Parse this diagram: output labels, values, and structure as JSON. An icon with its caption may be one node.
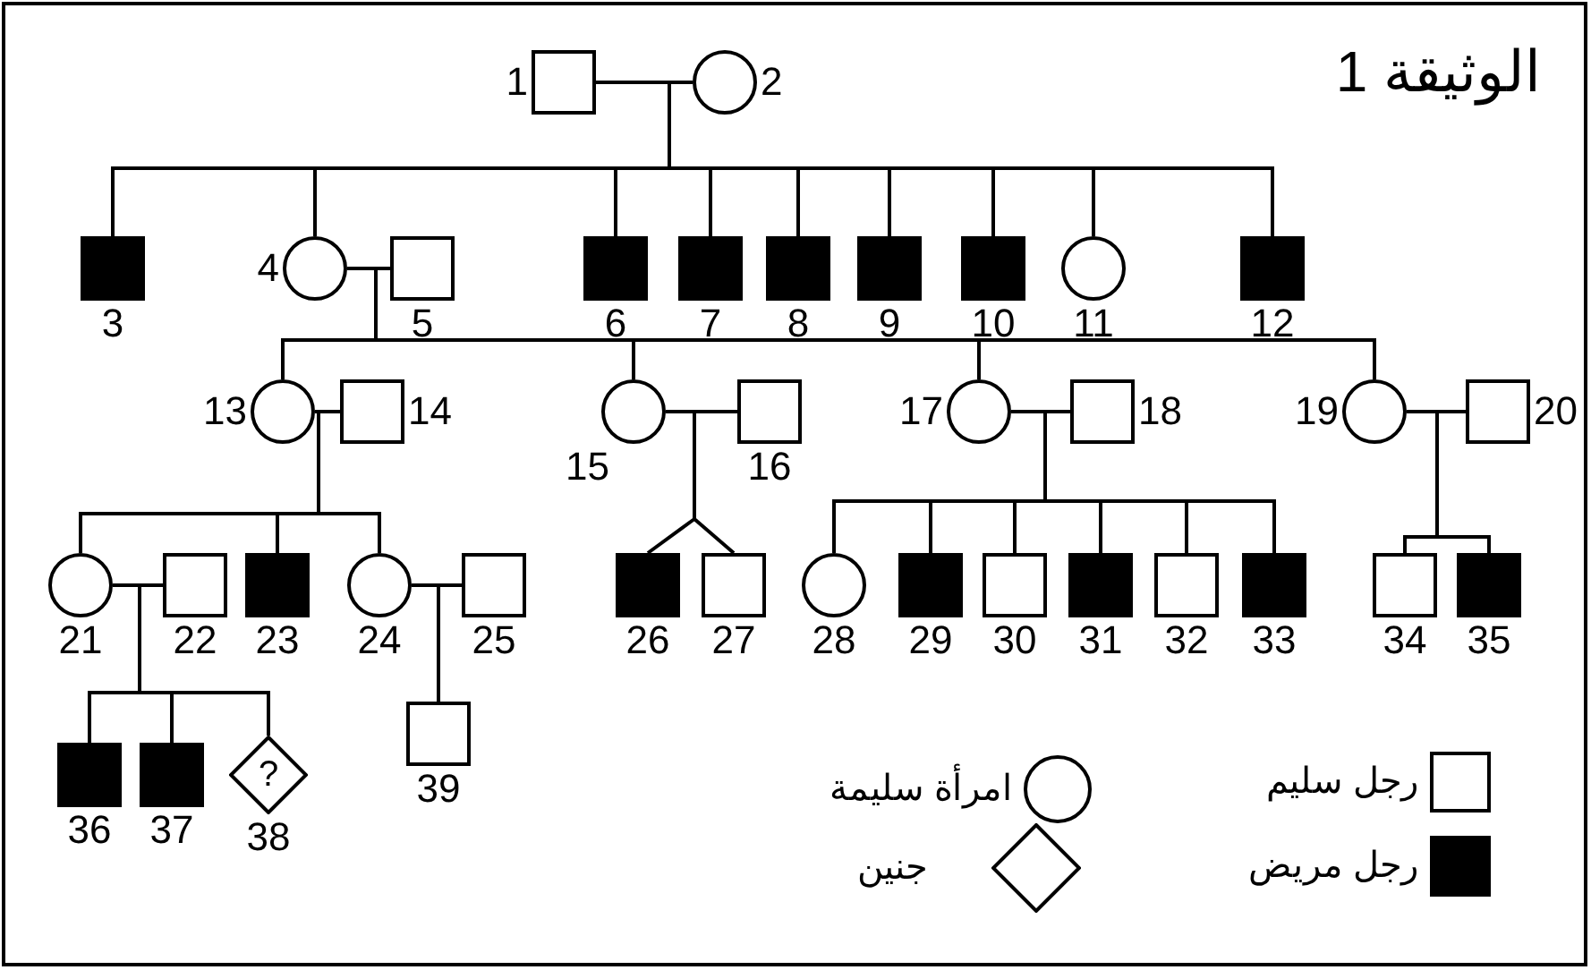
{
  "diagram": {
    "title": "الوثيقة 1",
    "nodes": [
      {
        "text": [
          "1"
        ]
      },
      {
        "text": [
          "2"
        ]
      },
      {
        "text": [
          "3"
        ]
      },
      {
        "text": [
          "4"
        ]
      },
      {
        "text": [
          "5"
        ]
      },
      {
        "text": [
          "6"
        ]
      },
      {
        "text": [
          "7"
        ]
      },
      {
        "text": [
          "8"
        ]
      },
      {
        "text": [
          "9"
        ]
      },
      {
        "text": [
          "10"
        ]
      },
      {
        "text": [
          "11"
        ]
      },
      {
        "text": [
          "12"
        ]
      },
      {
        "text": [
          "13"
        ]
      },
      {
        "text": [
          "14"
        ]
      },
      {
        "text": [
          "15"
        ]
      },
      {
        "text": [
          "16"
        ]
      },
      {
        "text": [
          "17"
        ]
      },
      {
        "text": [
          "18"
        ]
      },
      {
        "text": [
          "19"
        ]
      },
      {
        "text": [
          "20"
        ]
      },
      {
        "text": [
          "21"
        ]
      },
      {
        "text": [
          "22"
        ]
      },
      {
        "text": [
          "23"
        ]
      },
      {
        "text": [
          "24"
        ]
      },
      {
        "text": [
          "25"
        ]
      },
      {
        "text": [
          "26"
        ]
      },
      {
        "text": [
          "27"
        ]
      },
      {
        "text": [
          "28"
        ]
      },
      {
        "text": [
          "29"
        ]
      },
      {
        "text": [
          "30"
        ]
      },
      {
        "text": [
          "31"
        ]
      },
      {
        "text": [
          "32"
        ]
      },
      {
        "text": [
          "33"
        ]
      },
      {
        "text": [
          "34"
        ]
      },
      {
        "text": [
          "35"
        ]
      },
      {
        "text": [
          "36"
        ]
      },
      {
        "text": [
          "37"
        ]
      },
      {
        "text": [
          "?",
          "38"
        ]
      },
      {
        "text": [
          "39"
        ]
      }
    ],
    "edges": [
      {
        "from": 0,
        "to": 1,
        "arrow": "none"
      },
      {
        "from": 3,
        "to": 4,
        "arrow": "none"
      },
      {
        "from": 12,
        "to": 13,
        "arrow": "none"
      },
      {
        "from": 14,
        "to": 15,
        "arrow": "none"
      },
      {
        "from": 16,
        "to": 17,
        "arrow": "none"
      },
      {
        "from": 18,
        "to": 19,
        "arrow": "none"
      },
      {
        "from": 20,
        "to": 21,
        "arrow": "none"
      },
      {
        "from": 23,
        "to": 24,
        "arrow": "none"
      },
      {
        "from": 0,
        "to": 2,
        "arrow": "none"
      },
      {
        "from": 1,
        "to": 2,
        "arrow": "none"
      },
      {
        "from": 0,
        "to": 3,
        "arrow": "none"
      },
      {
        "from": 1,
        "to": 3,
        "arrow": "none"
      },
      {
        "from": 0,
        "to": 5,
        "arrow": "none"
      },
      {
        "from": 1,
        "to": 5,
        "arrow": "none"
      },
      {
        "from": 0,
        "to": 6,
        "arrow": "none"
      },
      {
        "from": 1,
        "to": 6,
        "arrow": "none"
      },
      {
        "from": 0,
        "to": 7,
        "arrow": "none"
      },
      {
        "from": 1,
        "to": 7,
        "arrow": "none"
      },
      {
        "from": 0,
        "to": 8,
        "arrow": "none"
      },
      {
        "from": 1,
        "to": 8,
        "arrow": "none"
      },
      {
        "from": 0,
        "to": 9,
        "arrow": "none"
      },
      {
        "from": 1,
        "to": 9,
        "arrow": "none"
      },
      {
        "from": 0,
        "to": 10,
        "arrow": "none"
      },
      {
        "from": 1,
        "to": 10,
        "arrow": "none"
      },
      {
        "from": 0,
        "to": 11,
        "arrow": "none"
      },
      {
        "from": 1,
        "to": 11,
        "arrow": "none"
      },
      {
        "from": 3,
        "to": 12,
        "arrow": "none"
      },
      {
        "from": 4,
        "to": 12,
        "arrow": "none"
      },
      {
        "from": 3,
        "to": 14,
        "arrow": "none"
      },
      {
        "from": 4,
        "to": 14,
        "arrow": "none"
      },
      {
        "from": 3,
        "to": 16,
        "arrow": "none"
      },
      {
        "from": 4,
        "to": 16,
        "arrow": "none"
      },
      {
        "from": 3,
        "to": 18,
        "arrow": "none"
      },
      {
        "from": 4,
        "to": 18,
        "arrow": "none"
      },
      {
        "from": 12,
        "to": 20,
        "arrow": "none"
      },
      {
        "from": 13,
        "to": 20,
        "arrow": "none"
      },
      {
        "from": 12,
        "to": 22,
        "arrow": "none"
      },
      {
        "from": 13,
        "to": 22,
        "arrow": "none"
      },
      {
        "from": 12,
        "to": 23,
        "arrow": "none"
      },
      {
        "from": 13,
        "to": 23,
        "arrow": "none"
      },
      {
        "from": 14,
        "to": 25,
        "arrow": "none"
      },
      {
        "from": 15,
        "to": 25,
        "arrow": "none"
      },
      {
        "from": 14,
        "to": 26,
        "arrow": "none"
      },
      {
        "from": 15,
        "to": 26,
        "arrow": "none"
      },
      {
        "from": 16,
        "to": 27,
        "arrow": "none"
      },
      {
        "from": 17,
        "to": 27,
        "arrow": "none"
      },
      {
        "from": 16,
        "to": 28,
        "arrow": "none"
      },
      {
        "from": 17,
        "to": 28,
        "arrow": "none"
      },
      {
        "from": 16,
        "to": 29,
        "arrow": "none"
      },
      {
        "from": 17,
        "to": 29,
        "arrow": "none"
      },
      {
        "from": 16,
        "to": 30,
        "arrow": "none"
      },
      {
        "from": 17,
        "to": 30,
        "arrow": "none"
      },
      {
        "from": 16,
        "to": 31,
        "arrow": "none"
      },
      {
        "from": 17,
        "to": 31,
        "arrow": "none"
      },
      {
        "from": 16,
        "to": 32,
        "arrow": "none"
      },
      {
        "from": 17,
        "to": 32,
        "arrow": "none"
      },
      {
        "from": 18,
        "to": 33,
        "arrow": "none"
      },
      {
        "from": 19,
        "to": 33,
        "arrow": "none"
      },
      {
        "from": 18,
        "to": 34,
        "arrow": "none"
      },
      {
        "from": 19,
        "to": 34,
        "arrow": "none"
      },
      {
        "from": 20,
        "to": 35,
        "arrow": "none"
      },
      {
        "from": 21,
        "to": 35,
        "arrow": "none"
      },
      {
        "from": 20,
        "to": 36,
        "arrow": "none"
      },
      {
        "from": 21,
        "to": 36,
        "arrow": "none"
      },
      {
        "from": 20,
        "to": 37,
        "arrow": "none"
      },
      {
        "from": 21,
        "to": 37,
        "arrow": "none"
      },
      {
        "from": 23,
        "to": 38,
        "arrow": "none"
      },
      {
        "from": 24,
        "to": 38,
        "arrow": "none"
      }
    ],
    "legend": [
      {
        "text": "رجل سليم"
      },
      {
        "text": "امرأة سليمة"
      },
      {
        "text": "رجل مريض"
      },
      {
        "text": "جنين"
      }
    ]
  }
}
